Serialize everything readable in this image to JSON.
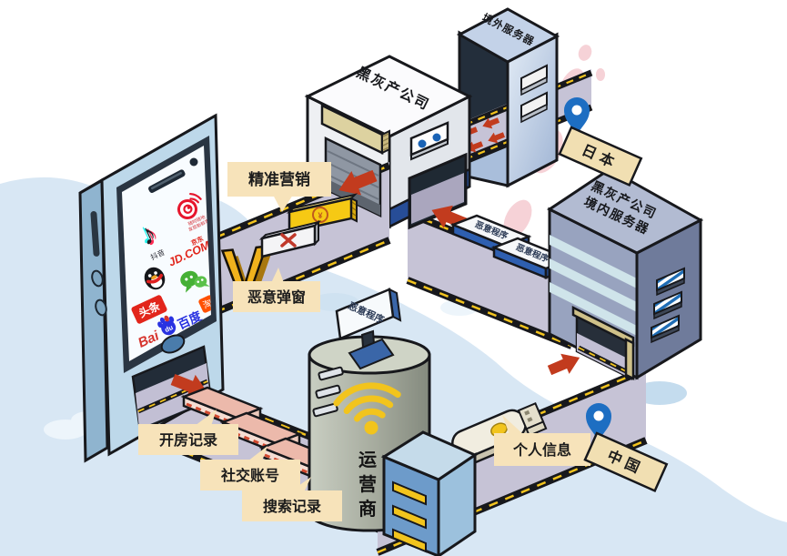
{
  "diagram": {
    "buildings": {
      "company_roof": "黑灰产公司",
      "overseas_server": "境外服务器",
      "domestic_line1": "黑灰产公司",
      "domestic_line2": "境内服务器"
    },
    "flow_items": {
      "precision_marketing": "精准营销",
      "malicious_popup": "恶意弹窗",
      "malicious_program": "恶意程序",
      "hotel_records": "开房记录",
      "social_accounts": "社交账号",
      "search_records": "搜索记录",
      "personal_info": "个人信息",
      "v_mark": "V",
      "popup_x": "×",
      "coin": "¥"
    },
    "operator": {
      "char1": "运",
      "char2": "营",
      "char3": "商"
    },
    "geo": {
      "japan": "日本",
      "china": "中国"
    },
    "phone": {
      "apps": {
        "note": "♪",
        "douyin": "抖音",
        "weibo_line1": "随时随地",
        "weibo_line2": "发现新鲜事",
        "jd": "JD.COM",
        "jd_cn": "京东",
        "toutiao": "头条",
        "taobao": "淘",
        "baidu_bai": "Bai",
        "baidu_du": "du",
        "baidu_cn": "百度"
      }
    },
    "colors": {
      "road": "#c6c3d6",
      "road_edge": "#17181c",
      "dash": "#f3c41e",
      "arrow": "#c23b1e",
      "label_bg": "#f7e3ba",
      "sign_bg": "#f1dfb2",
      "pin": "#1d6ec2",
      "map_china": "#d8e7f4",
      "map_japan": "#f6d2d7",
      "v_gold": "#f0b21d",
      "wifi": "#f2c41d"
    }
  }
}
